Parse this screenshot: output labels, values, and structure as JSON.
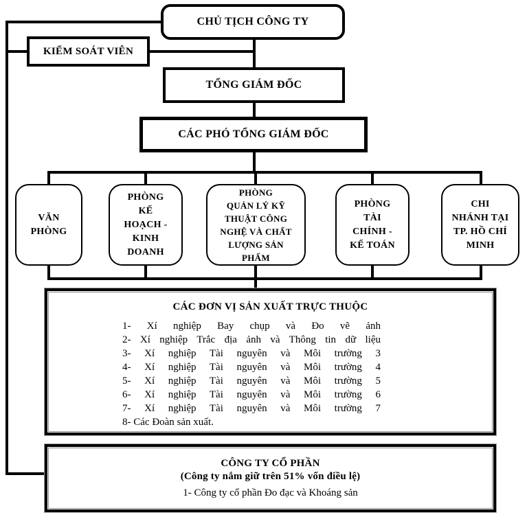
{
  "page": {
    "background": "#ffffff",
    "line_color": "#000000"
  },
  "nodes": {
    "chairman": {
      "label": "CHỦ TỊCH CÔNG TY"
    },
    "controller": {
      "label": "KIỂM SOÁT VIÊN"
    },
    "general_director": {
      "label": "TỔNG GIÁM ĐỐC"
    },
    "deputy_general_directors": {
      "label": "CÁC PHÓ TỔNG GIÁM ĐỐC"
    }
  },
  "departments": [
    {
      "label": "VĂN\nPHÒNG"
    },
    {
      "label": "PHÒNG\nKẾ\nHOẠCH -\nKINH\nDOANH"
    },
    {
      "label": "PHÒNG\nQUẢN LÝ KỸ\nTHUẬT CÔNG\nNGHỆ VÀ CHẤT\nLƯỢNG SẢN\nPHẨM"
    },
    {
      "label": "PHÒNG\nTÀI\nCHÍNH -\nKẾ TOÁN"
    },
    {
      "label": "CHI\nNHÁNH TẠI\nTP. HỒ CHÍ\nMINH"
    }
  ],
  "production_units": {
    "title": "CÁC ĐƠN VỊ SẢN XUẤT TRỰC THUỘC",
    "items": [
      "1- Xí nghiệp Bay chụp và Đo vẽ ảnh",
      "2- Xí nghiệp Trắc địa ảnh và Thông tin dữ liệu",
      "3- Xí nghiệp Tài nguyên và Môi trường 3",
      "4- Xí nghiệp Tài nguyên và Môi trường 4",
      "5- Xí nghiệp Tài nguyên và Môi trường 5",
      "6- Xí nghiệp Tài nguyên và Môi trường 6",
      "7- Xí nghiệp Tài nguyên và Môi trường 7",
      "8- Các Đoàn sản xuất."
    ]
  },
  "joint_stock": {
    "title": "CÔNG TY CỔ PHẦN",
    "subtitle": "(Công ty nắm giữ trên 51% vốn điều lệ)",
    "items": [
      "1- Công ty cổ phần Đo đạc và Khoáng sản"
    ]
  }
}
